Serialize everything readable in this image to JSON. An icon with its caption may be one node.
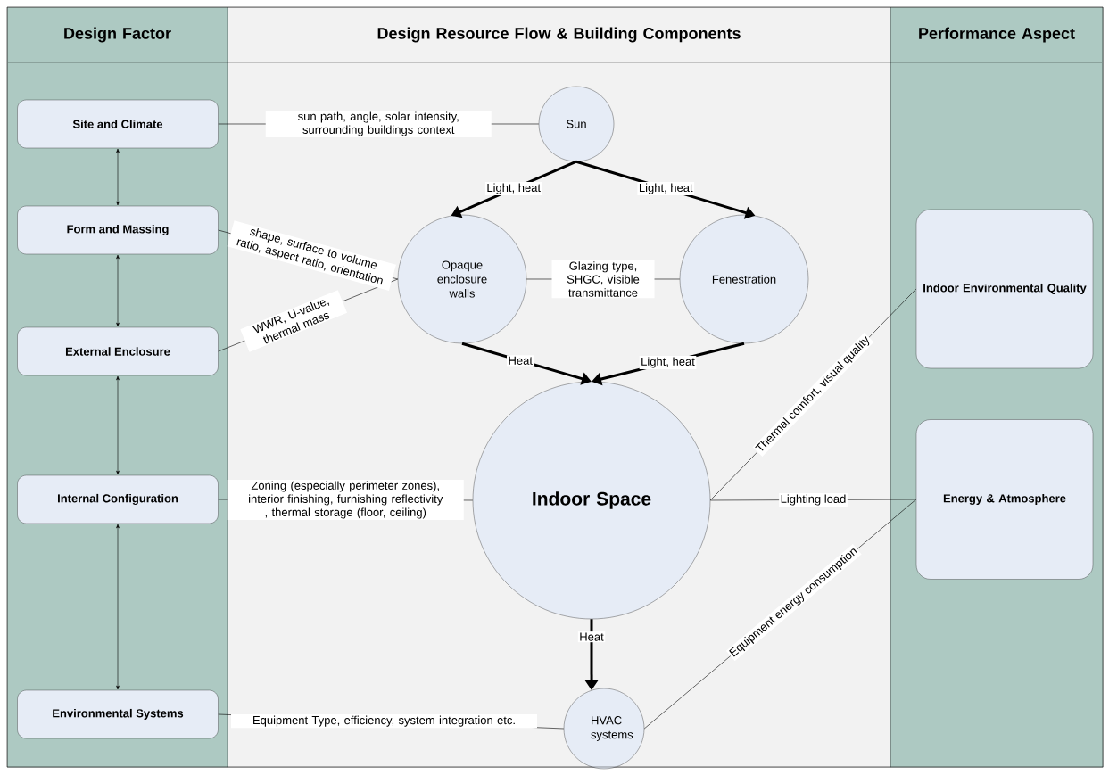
{
  "diagram": {
    "nodes": [
      {
        "text": [
          "Design Factor"
        ]
      },
      {
        "text": [
          "Design Resource Flow & Building Components"
        ]
      },
      {
        "text": [
          "Performance Aspect"
        ]
      },
      {
        "text": [
          "Site and Climate"
        ],
        "in": 0
      },
      {
        "text": [
          "Form and Massing"
        ],
        "in": 0
      },
      {
        "text": [
          "External Enclosure"
        ],
        "in": 0
      },
      {
        "text": [
          "Internal Configuration"
        ],
        "in": 0
      },
      {
        "text": [
          "Environmental Systems"
        ],
        "in": 0
      },
      {
        "text": [
          "Sun"
        ],
        "in": 1
      },
      {
        "text": [
          "Opaque enclosure walls"
        ],
        "in": 1
      },
      {
        "text": [
          "Fenestration"
        ],
        "in": 1
      },
      {
        "text": [
          "Indoor Space"
        ],
        "in": 1
      },
      {
        "text": [
          "HVAC systems"
        ],
        "in": 1
      },
      {
        "text": [
          "Indoor Environmental Quality"
        ],
        "in": 2
      },
      {
        "text": [
          "Energy & Atmosphere"
        ],
        "in": 2
      }
    ],
    "edges": [
      {
        "from": 3,
        "to": 4,
        "arrow": "both"
      },
      {
        "from": 4,
        "to": 5,
        "arrow": "both"
      },
      {
        "from": 5,
        "to": 6,
        "arrow": "both"
      },
      {
        "from": 6,
        "to": 7,
        "arrow": "both"
      },
      {
        "from": 3,
        "to": 8,
        "arrow": "none",
        "label": "sun path, angle, solar intensity, surrounding buildings context"
      },
      {
        "from": 4,
        "to": 9,
        "arrow": "none",
        "label": "shape, surface to volume ratio, aspect ratio, orientation"
      },
      {
        "from": 5,
        "to": 9,
        "arrow": "none",
        "label": "WWR, U-value, thermal mass"
      },
      {
        "from": 8,
        "to": 9,
        "arrow": "to",
        "label": "Light, heat",
        "style": "thick"
      },
      {
        "from": 8,
        "to": 10,
        "arrow": "to",
        "label": "Light, heat",
        "style": "thick"
      },
      {
        "from": 9,
        "to": 10,
        "arrow": "none",
        "label": "Glazing type, SHGC, visible transmittance"
      },
      {
        "from": 9,
        "to": 11,
        "arrow": "to",
        "label": "Heat",
        "style": "thick"
      },
      {
        "from": 10,
        "to": 11,
        "arrow": "to",
        "label": "Light, heat",
        "style": "thick"
      },
      {
        "from": 6,
        "to": 11,
        "arrow": "none",
        "label": "Zoning (especially perimeter zones), interior finishing, furnishing reflectivity , thermal storage (floor, ceiling)"
      },
      {
        "from": 11,
        "to": 12,
        "arrow": "to",
        "label": "Heat",
        "style": "thick"
      },
      {
        "from": 7,
        "to": 12,
        "arrow": "none",
        "label": "Equipment Type, efficiency, system integration etc."
      },
      {
        "from": 11,
        "to": 13,
        "arrow": "none",
        "label": "Thermal comfort, visual quality"
      },
      {
        "from": 11,
        "to": 14,
        "arrow": "none",
        "label": "Lighting load"
      },
      {
        "from": 12,
        "to": 14,
        "arrow": "none",
        "label": "Equipment energy consumption"
      }
    ]
  }
}
